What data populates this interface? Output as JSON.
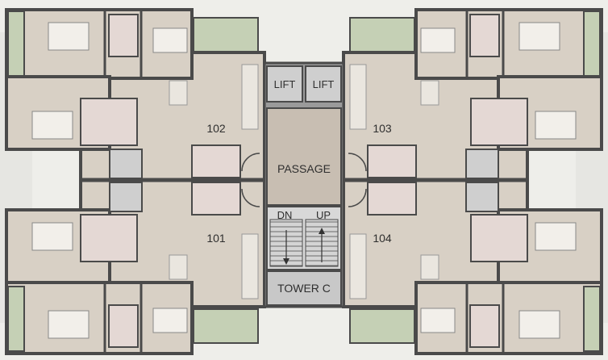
{
  "floor_plan": {
    "core": {
      "lifts": [
        "LIFT",
        "LIFT"
      ],
      "passage": "PASSAGE",
      "stairs": {
        "down": "DN",
        "up": "UP"
      },
      "tower": "TOWER C"
    },
    "units": [
      {
        "number": "102"
      },
      {
        "number": "103"
      },
      {
        "number": "101"
      },
      {
        "number": "104"
      }
    ]
  },
  "colors": {
    "background": "#eeeeea",
    "room_fill": "#d8d0c5",
    "wall": "#4a4a4a",
    "balcony": "#c5d0b5",
    "core_fill": "#c8beb2",
    "lift_fill": "#cfcfcf",
    "bath_fill": "#e4d8d4"
  }
}
